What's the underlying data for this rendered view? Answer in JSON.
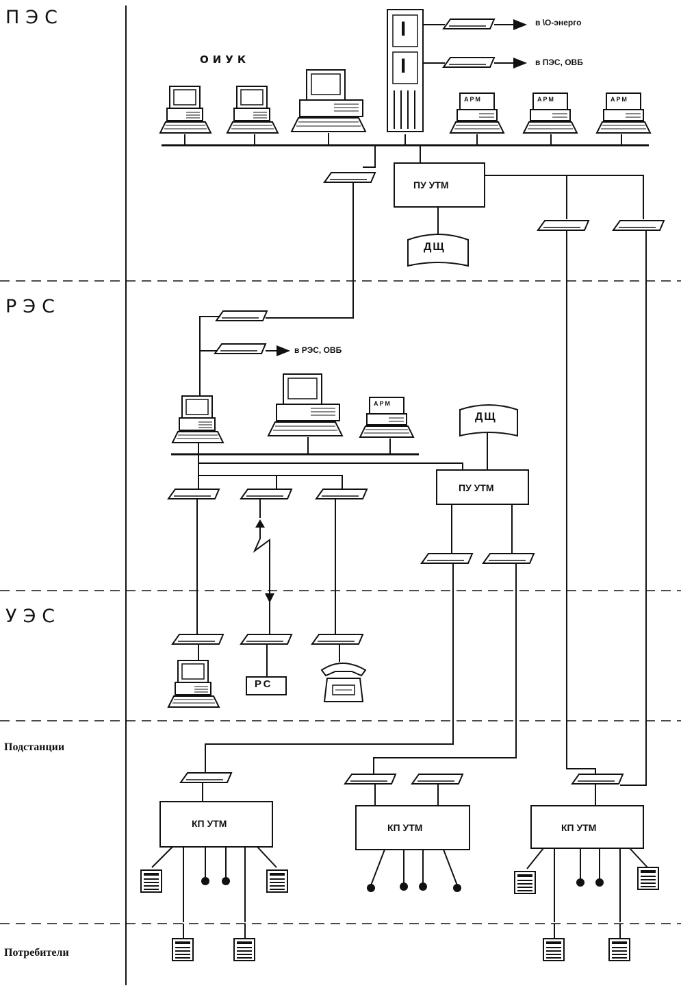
{
  "levels": {
    "pes": "ПЭС",
    "res": "РЭС",
    "ues": "УЭС",
    "substations": "Подстанции",
    "consumers": "Потребители"
  },
  "top_group_label": "ОИУК",
  "arm_label": "АРМ",
  "pu_utm_label": "ПУ УТМ",
  "kp_utm_label": "КП УТМ",
  "dsh_label": "ДЩ",
  "rs_label": "РС",
  "server_marks": [
    "I",
    "I"
  ],
  "external_links": {
    "to_uo_energo": "в \\О-энерго",
    "to_pes_ovb": "в ПЭС, ОВБ",
    "to_res_ovb": "в РЭС, ОВБ"
  }
}
